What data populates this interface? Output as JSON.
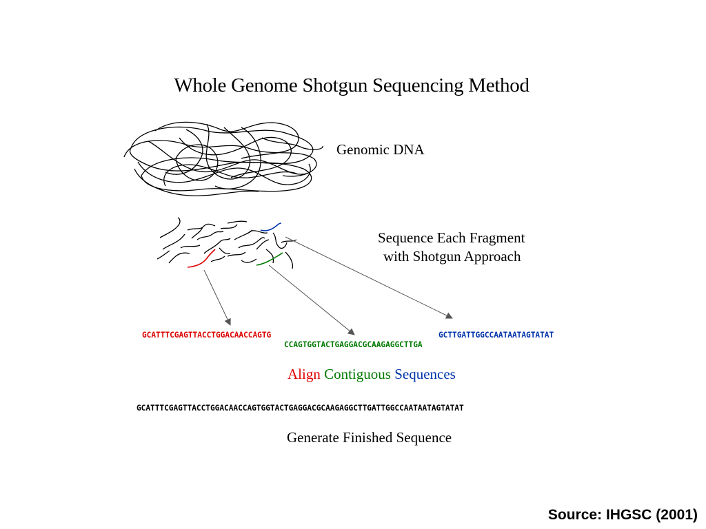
{
  "diagram": {
    "title": "Whole Genome Shotgun Sequencing Method",
    "genomic_dna_label": "Genomic DNA",
    "fragment_label_line1": "Sequence Each Fragment",
    "fragment_label_line2": "with Shotgun Approach",
    "fragment_red": "GCATTTCGAGTTACCTGGACAACCAGTG",
    "fragment_green": "CCAGTGGTACTGAGGACGCAAGAGGCTTGA",
    "fragment_blue": "GCTTGATTGGCCAATAATAGTATAT",
    "align_word_1": "Align",
    "align_word_2": "Contiguous",
    "align_word_3": "Sequences",
    "finished_sequence": "GCATTTCGAGTTACCTGGACAACCAGTGGTACTGAGGACGCAAGAGGCTTGATTGGCCAATAATAGTATAT",
    "finished_label": "Generate Finished Sequence"
  },
  "source": "Source: IHGSC (2001)",
  "colors": {
    "red": "#dd0000",
    "green": "#007a00",
    "blue": "#0033aa",
    "arrow": "#555555"
  },
  "icons": [
    "tangled-dna-icon",
    "dna-fragments-icon",
    "arrow-icon"
  ]
}
